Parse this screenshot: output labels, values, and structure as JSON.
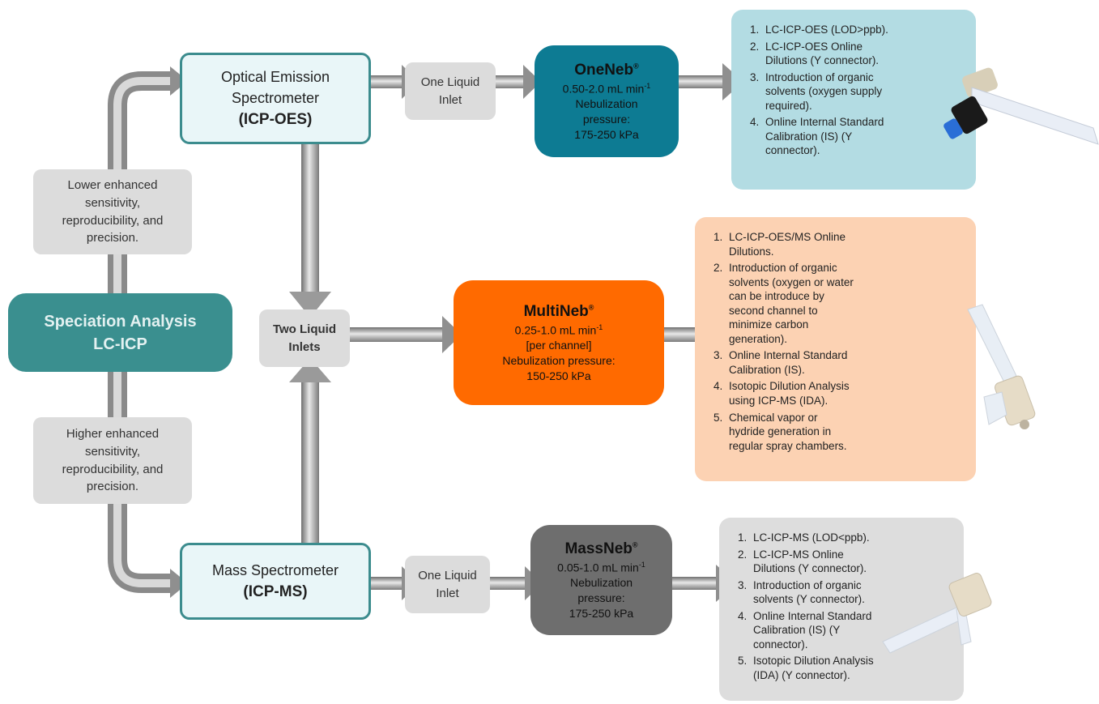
{
  "center": {
    "line1": "Speciation Analysis",
    "line2": "LC-ICP"
  },
  "left_notes": {
    "lower": "Lower enhanced sensitivity, reproducibility, and precision.",
    "higher": "Higher enhanced sensitivity, reproducibility, and precision."
  },
  "spectrometers": {
    "oes": {
      "name_l1": "Optical Emission",
      "name_l2": "Spectrometer",
      "abbr": "(ICP-OES)"
    },
    "ms": {
      "name": "Mass Spectrometer",
      "abbr": "(ICP-MS)"
    }
  },
  "inlets": {
    "top": "One Liquid Inlet",
    "middle": "Two Liquid Inlets",
    "bottom": "One Liquid Inlet"
  },
  "nebulizers": {
    "oneneb": {
      "name": "OneNeb",
      "reg": "®",
      "flow": "0.50-2.0 mL min",
      "flow_sup": "-1",
      "specs": "Nebulization\npressure:\n175-250 kPa",
      "color": "#0d7b93"
    },
    "multineb": {
      "name": "MultiNeb",
      "reg": "®",
      "flow": "0.25-1.0 mL min",
      "flow_sup": "-1",
      "specs": "[per channel]\nNebulization pressure:\n150-250 kPa",
      "color": "#ff6a00"
    },
    "massneb": {
      "name": "MassNeb",
      "reg": "®",
      "flow": "0.05-1.0 mL min",
      "flow_sup": "-1",
      "specs": "Nebulization\npressure:\n175-250 kPa",
      "color": "#6e6e6e"
    }
  },
  "features": {
    "oes": [
      "LC-ICP-OES (LOD>ppb).",
      "LC-ICP-OES Online Dilutions (Y connector).",
      "Introduction of organic solvents (oxygen supply required).",
      "Online Internal Standard Calibration (IS) (Y connector)."
    ],
    "multi": [
      "LC-ICP-OES/MS Online Dilutions.",
      "Introduction of organic solvents (oxygen or water can be introduce by second channel to minimize carbon generation).",
      "Online Internal Standard Calibration (IS).",
      "Isotopic Dilution Analysis using ICP-MS (IDA).",
      "Chemical vapor or hydride generation in regular spray chambers."
    ],
    "ms": [
      "LC-ICP-MS (LOD<ppb).",
      "LC-ICP-MS Online Dilutions (Y connector).",
      "Introduction of organic solvents (Y connector).",
      "Online Internal Standard Calibration (IS) (Y connector).",
      "Isotopic Dilution Analysis (IDA) (Y connector)."
    ]
  },
  "colors": {
    "teal": "#3a8f8f",
    "oes_panel": "#b3dce3",
    "multi_panel": "#fcd2b3",
    "ms_panel": "#dddddd",
    "pipe": "#9a9a9a"
  }
}
